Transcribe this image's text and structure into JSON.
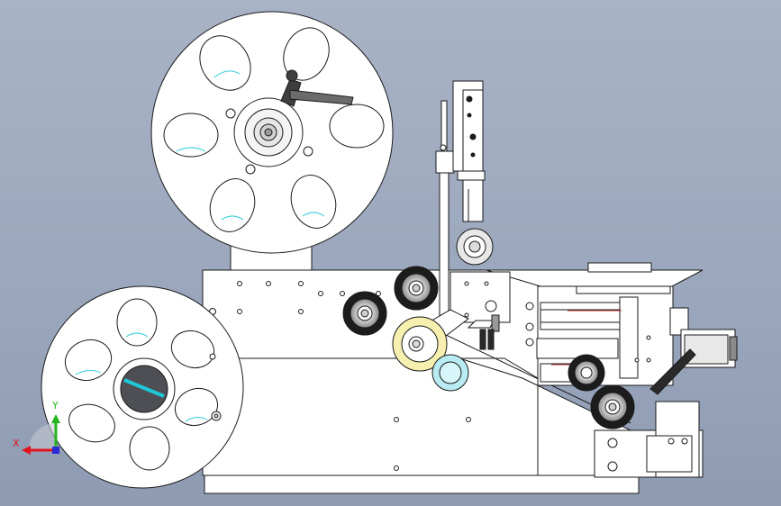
{
  "viewport": {
    "background_top": "#a9b3c6",
    "background_bottom": "#8f9bb2"
  },
  "colors": {
    "line": "#1a1a1a",
    "part_fill": "#ffffff",
    "roller_dark": "#1c1c1c",
    "roller_light": "#e6e6e6",
    "highlight_yellow": "#f6efb0",
    "highlight_cyan": "#b8ecf2",
    "cyan_accent": "#1ec8d8",
    "hub_dark": "#4d4f55",
    "handle_dark": "#3e3e3e"
  },
  "triad": {
    "x_label": "X",
    "y_label": "Y",
    "x_color": "#e0151b",
    "y_color": "#22b51c",
    "z_color": "#2a2ad8"
  },
  "parts": {
    "upper_reel": "upper-reel",
    "lower_reel": "lower-reel",
    "main_frame": "main-frame",
    "vertical_slide": "vertical-slide",
    "rollers": [
      "roller-1",
      "roller-2",
      "roller-3",
      "roller-4",
      "roller-5"
    ],
    "dispensing_arm": "dispensing-arm",
    "motor_unit": "motor-unit"
  }
}
